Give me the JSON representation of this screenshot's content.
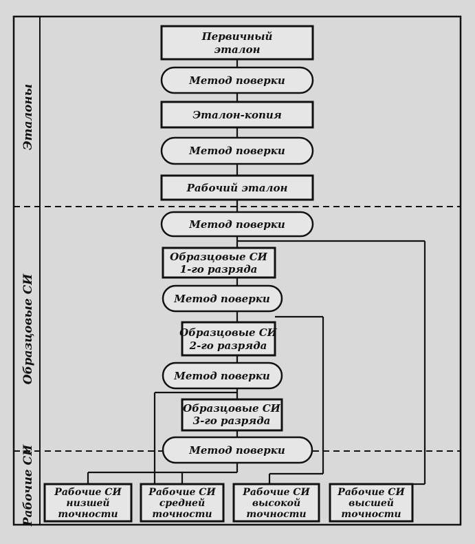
{
  "sections": [
    {
      "label": "Эталоны"
    },
    {
      "label": "Образцовые СИ"
    },
    {
      "label": "Рабочие СИ"
    }
  ],
  "nodes": {
    "primary": {
      "line1": "Первичный",
      "line2": "эталон"
    },
    "method1": {
      "label": "Метод поверки"
    },
    "copy": {
      "label": "Эталон-копия"
    },
    "method2": {
      "label": "Метод поверки"
    },
    "working_standard": {
      "label": "Рабочий эталон"
    },
    "method3": {
      "label": "Метод поверки"
    },
    "ref1": {
      "line1": "Образцовые СИ",
      "line2": "1-го разряда"
    },
    "method4": {
      "label": "Метод поверки"
    },
    "ref2": {
      "line1": "Образцовые СИ",
      "line2": "2-го разряда"
    },
    "method5": {
      "label": "Метод поверки"
    },
    "ref3": {
      "line1": "Образцовые СИ",
      "line2": "3-го разряда"
    },
    "method6": {
      "label": "Метод поверки"
    }
  },
  "working_instruments": [
    {
      "line1": "Рабочие СИ",
      "line2": "низшей",
      "line3": "точности"
    },
    {
      "line1": "Рабочие СИ",
      "line2": "средней",
      "line3": "точности"
    },
    {
      "line1": "Рабочие СИ",
      "line2": "высокой",
      "line3": "точности"
    },
    {
      "line1": "Рабочие СИ",
      "line2": "высшей",
      "line3": "точности"
    }
  ],
  "colors": {
    "line": "#111111",
    "box_fill": "#e6e6e6",
    "background": "#d9d9d9"
  }
}
